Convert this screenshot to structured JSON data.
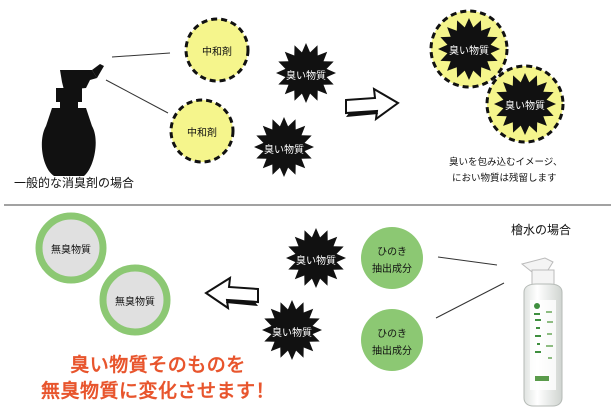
{
  "top": {
    "caption": "一般的な消臭剤の場合",
    "neutralizer_a": "中和剤",
    "neutralizer_b": "中和剤",
    "odor_a": "臭い物質",
    "odor_b": "臭い物質",
    "wrapped_a": "臭い物質",
    "wrapped_b": "臭い物質",
    "note_line1": "臭いを包み込むイメージ、",
    "note_line2": "におい物質は残留します"
  },
  "bottom": {
    "caption": "檜水の場合",
    "hinoki_a_line1": "ひのき",
    "hinoki_a_line2": "抽出成分",
    "hinoki_b_line1": "ひのき",
    "hinoki_b_line2": "抽出成分",
    "odor_a": "臭い物質",
    "odor_b": "臭い物質",
    "odorless_a": "無臭物質",
    "odorless_b": "無臭物質",
    "headline_line1": "臭い物質そのものを",
    "headline_line2": "無臭物質に変化させます！"
  },
  "colors": {
    "neutralizer_fill": "#f5f58c",
    "hinoki_fill": "#8cc873",
    "odorless_ring": "#8cc873",
    "odorless_center": "#e0e0e0",
    "headline": "#e8552d",
    "odor_star": "#111111"
  },
  "icons": {
    "spray_bottle": "black-spray-bottle-icon",
    "product_bottle": "white-spray-bottle-icon",
    "arrow_right": "arrow-right-icon",
    "arrow_left": "arrow-left-icon"
  }
}
